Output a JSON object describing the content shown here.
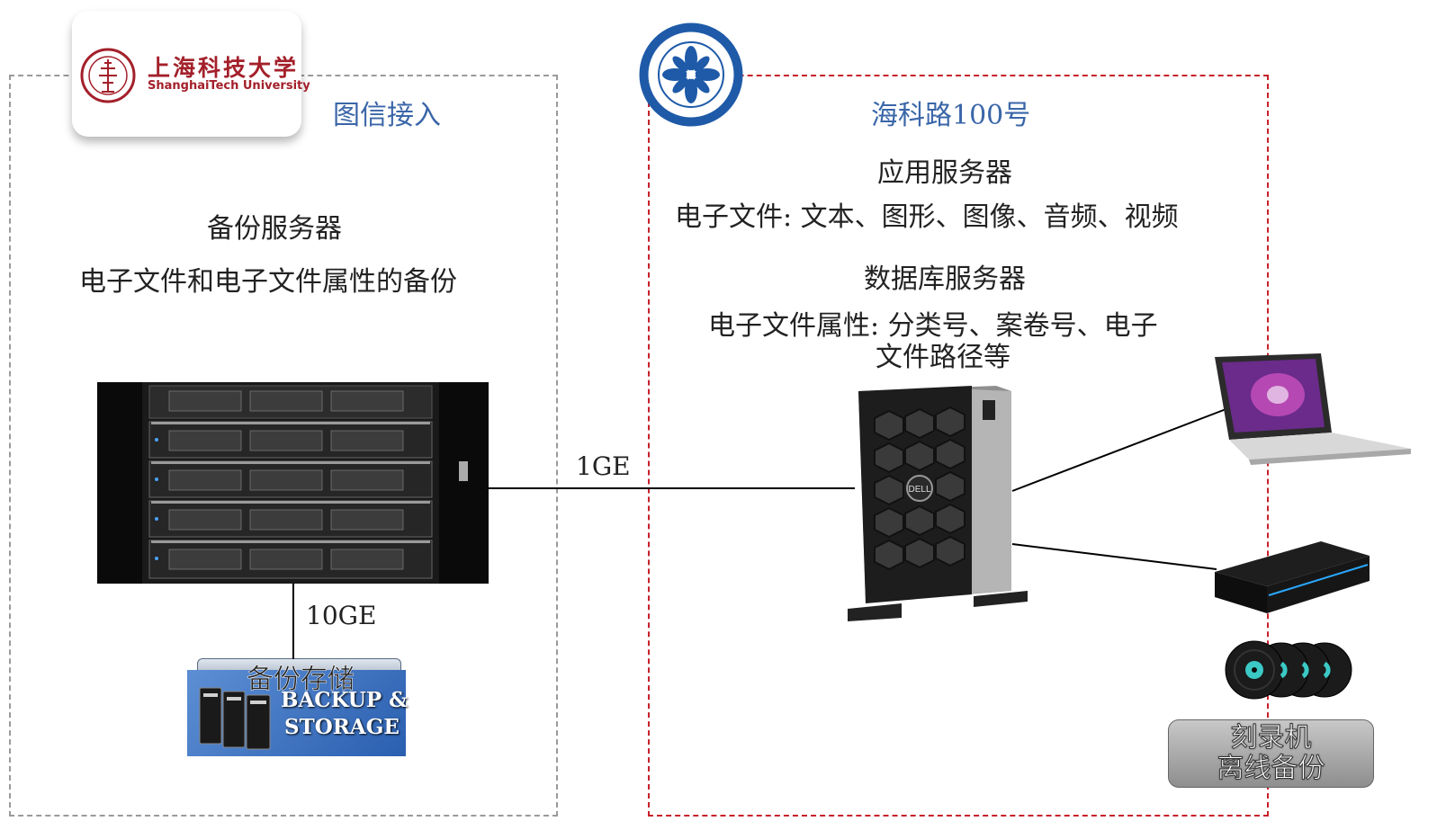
{
  "left": {
    "logo": {
      "cn": "上海科技大学",
      "en": "ShanghaiTech University"
    },
    "title": "图信接入",
    "server_title": "备份服务器",
    "server_desc": "电子文件和电子文件属性的备份",
    "link_10ge": "10GE",
    "storage": {
      "label": "备份存储",
      "image_text_1": "BACKUP &",
      "image_text_2": "STORAGE"
    }
  },
  "right": {
    "title": "海科路100号",
    "app_server_title": "应用服务器",
    "app_server_desc": "电子文件: 文本、图形、图像、音频、视频",
    "db_server_title": "数据库服务器",
    "db_server_desc_1": "电子文件属性: 分类号、案卷号、电子",
    "db_server_desc_2": "文件路径等",
    "tower_brand": "DELL",
    "burner_label_1": "刻录机",
    "burner_label_2": "离线备份"
  },
  "link_1ge": "1GE",
  "colors": {
    "left_border": "#9a9a9a",
    "right_border": "#c8202a",
    "title_blue": "#3a66a8"
  },
  "icons": [
    "shanghaitech-seal-icon",
    "sari-cas-seal-icon",
    "rack-server-icon",
    "storage-icon",
    "tower-server-icon",
    "laptop-icon",
    "disc-burner-icon",
    "disc-icon"
  ]
}
